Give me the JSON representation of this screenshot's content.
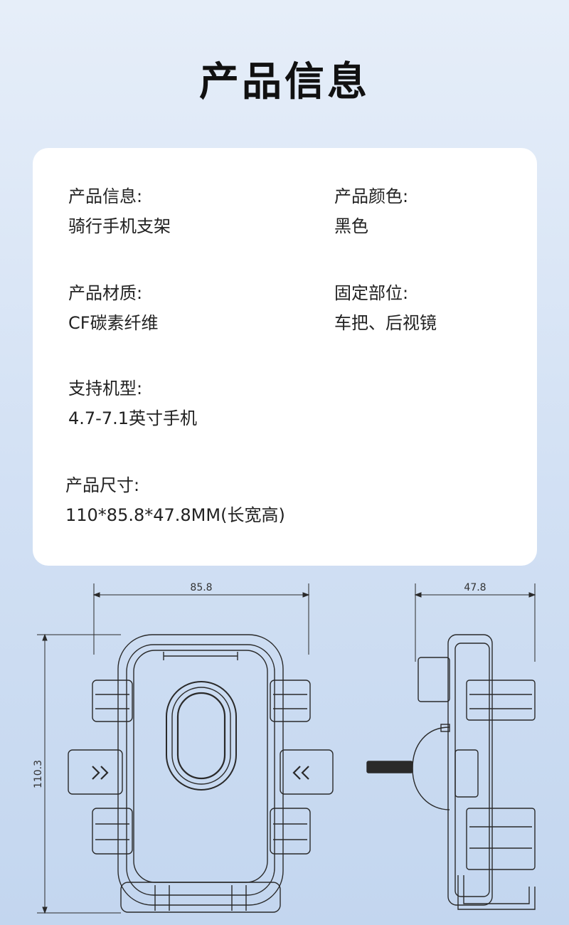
{
  "header": {
    "title": "产品信息"
  },
  "specs": {
    "name": {
      "label": "产品信息:",
      "value": "骑行手机支架"
    },
    "color": {
      "label": "产品颜色:",
      "value": "黑色"
    },
    "material": {
      "label": "产品材质:",
      "value": "CF碳素纤维"
    },
    "mount": {
      "label": "固定部位:",
      "value": "车把、后视镜"
    },
    "phones": {
      "label": "支持机型:",
      "value": "4.7-7.1英寸手机"
    },
    "size": {
      "label": "产品尺寸:",
      "value": "110*85.8*47.8MM(长宽高)"
    }
  },
  "drawing": {
    "front_width": "85.8",
    "front_height": "110.3",
    "side_depth": "47.8",
    "line_color": "#2a2a2a"
  }
}
